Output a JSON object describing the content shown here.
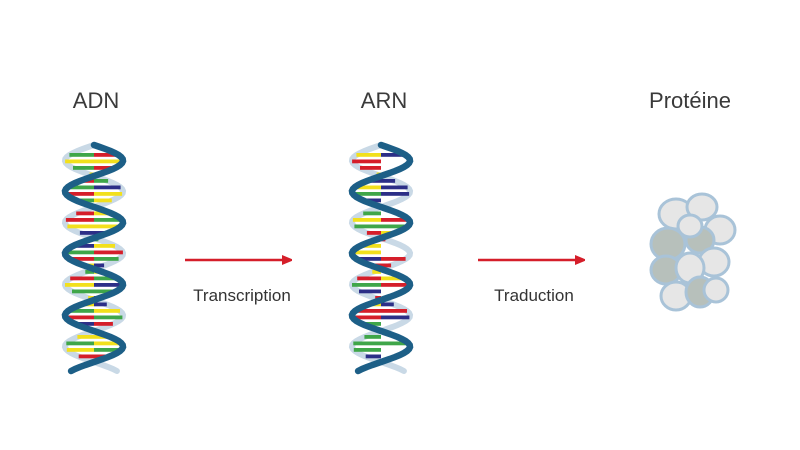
{
  "stages": {
    "dna": "ADN",
    "rna": "ARN",
    "protein": "Protéine"
  },
  "steps": {
    "transcription": "Transcription",
    "translation": "Traduction"
  },
  "colors": {
    "strand_dark": "#1d5f87",
    "strand_light": "#c9d9e6",
    "arrow": "#d51e2a",
    "base_yellow": "#f2e01c",
    "base_green": "#3fa649",
    "base_red": "#d51e2a",
    "base_navy": "#2c2f87",
    "protein_outline": "#a9c3d8",
    "protein_fill_light": "#e6e6e6",
    "protein_fill_dark": "#b7c0bb"
  },
  "icons": {
    "dna": "double-helix-icon",
    "rna": "single-strand-helix-icon",
    "protein": "folded-protein-icon"
  }
}
